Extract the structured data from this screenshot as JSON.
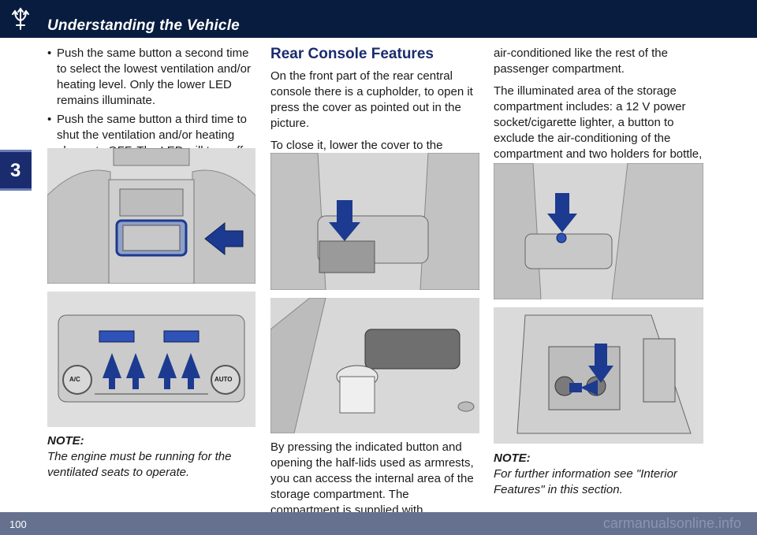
{
  "header": {
    "title": "Understanding the Vehicle",
    "logo_icon": "trident-icon"
  },
  "chapter_tab": {
    "number": "3"
  },
  "footer": {
    "page_number": "100",
    "watermark": "carmanualsonline.info"
  },
  "col1": {
    "bullets": [
      "Push the same button a second time to select the lowest ventilation and/or heating level. Only the lower LED remains illuminate.",
      "Push the same button a third time to shut the ventilation and/or heating elements OFF. The LED will turn off."
    ],
    "figure2": {
      "labels": [
        "A/C",
        "AUTO"
      ]
    },
    "note_label": "NOTE:",
    "note_text": "The engine must be running for the ventilated seats to operate."
  },
  "col2": {
    "heading": "Rear Console Features",
    "para1": "On the front part of the rear central console there is a cupholder, to open it press the cover as pointed out in the picture.",
    "para2": "To close it, lower the cover to the console support.",
    "para3": "By pressing the indicated button and opening the half-lids used as armrests, you can access the internal area of the storage compartment. The compartment is supplied with"
  },
  "col3": {
    "para1": "air-conditioned like the rest of the passenger compartment.",
    "para2": "The illuminated area of the storage compartment includes: a 12 V power socket/cigarette lighter, a button to exclude the air-conditioning of the compartment and two holders for bottle, can or cups.",
    "note_label": "NOTE:",
    "note_text": "For further information see \"Interior Features\" in this section."
  },
  "colors": {
    "header_bg": "#071c3f",
    "accent_blue": "#1b2c6e",
    "arrow_blue": "#1c3a8f",
    "footer_bg": "#65718f"
  }
}
